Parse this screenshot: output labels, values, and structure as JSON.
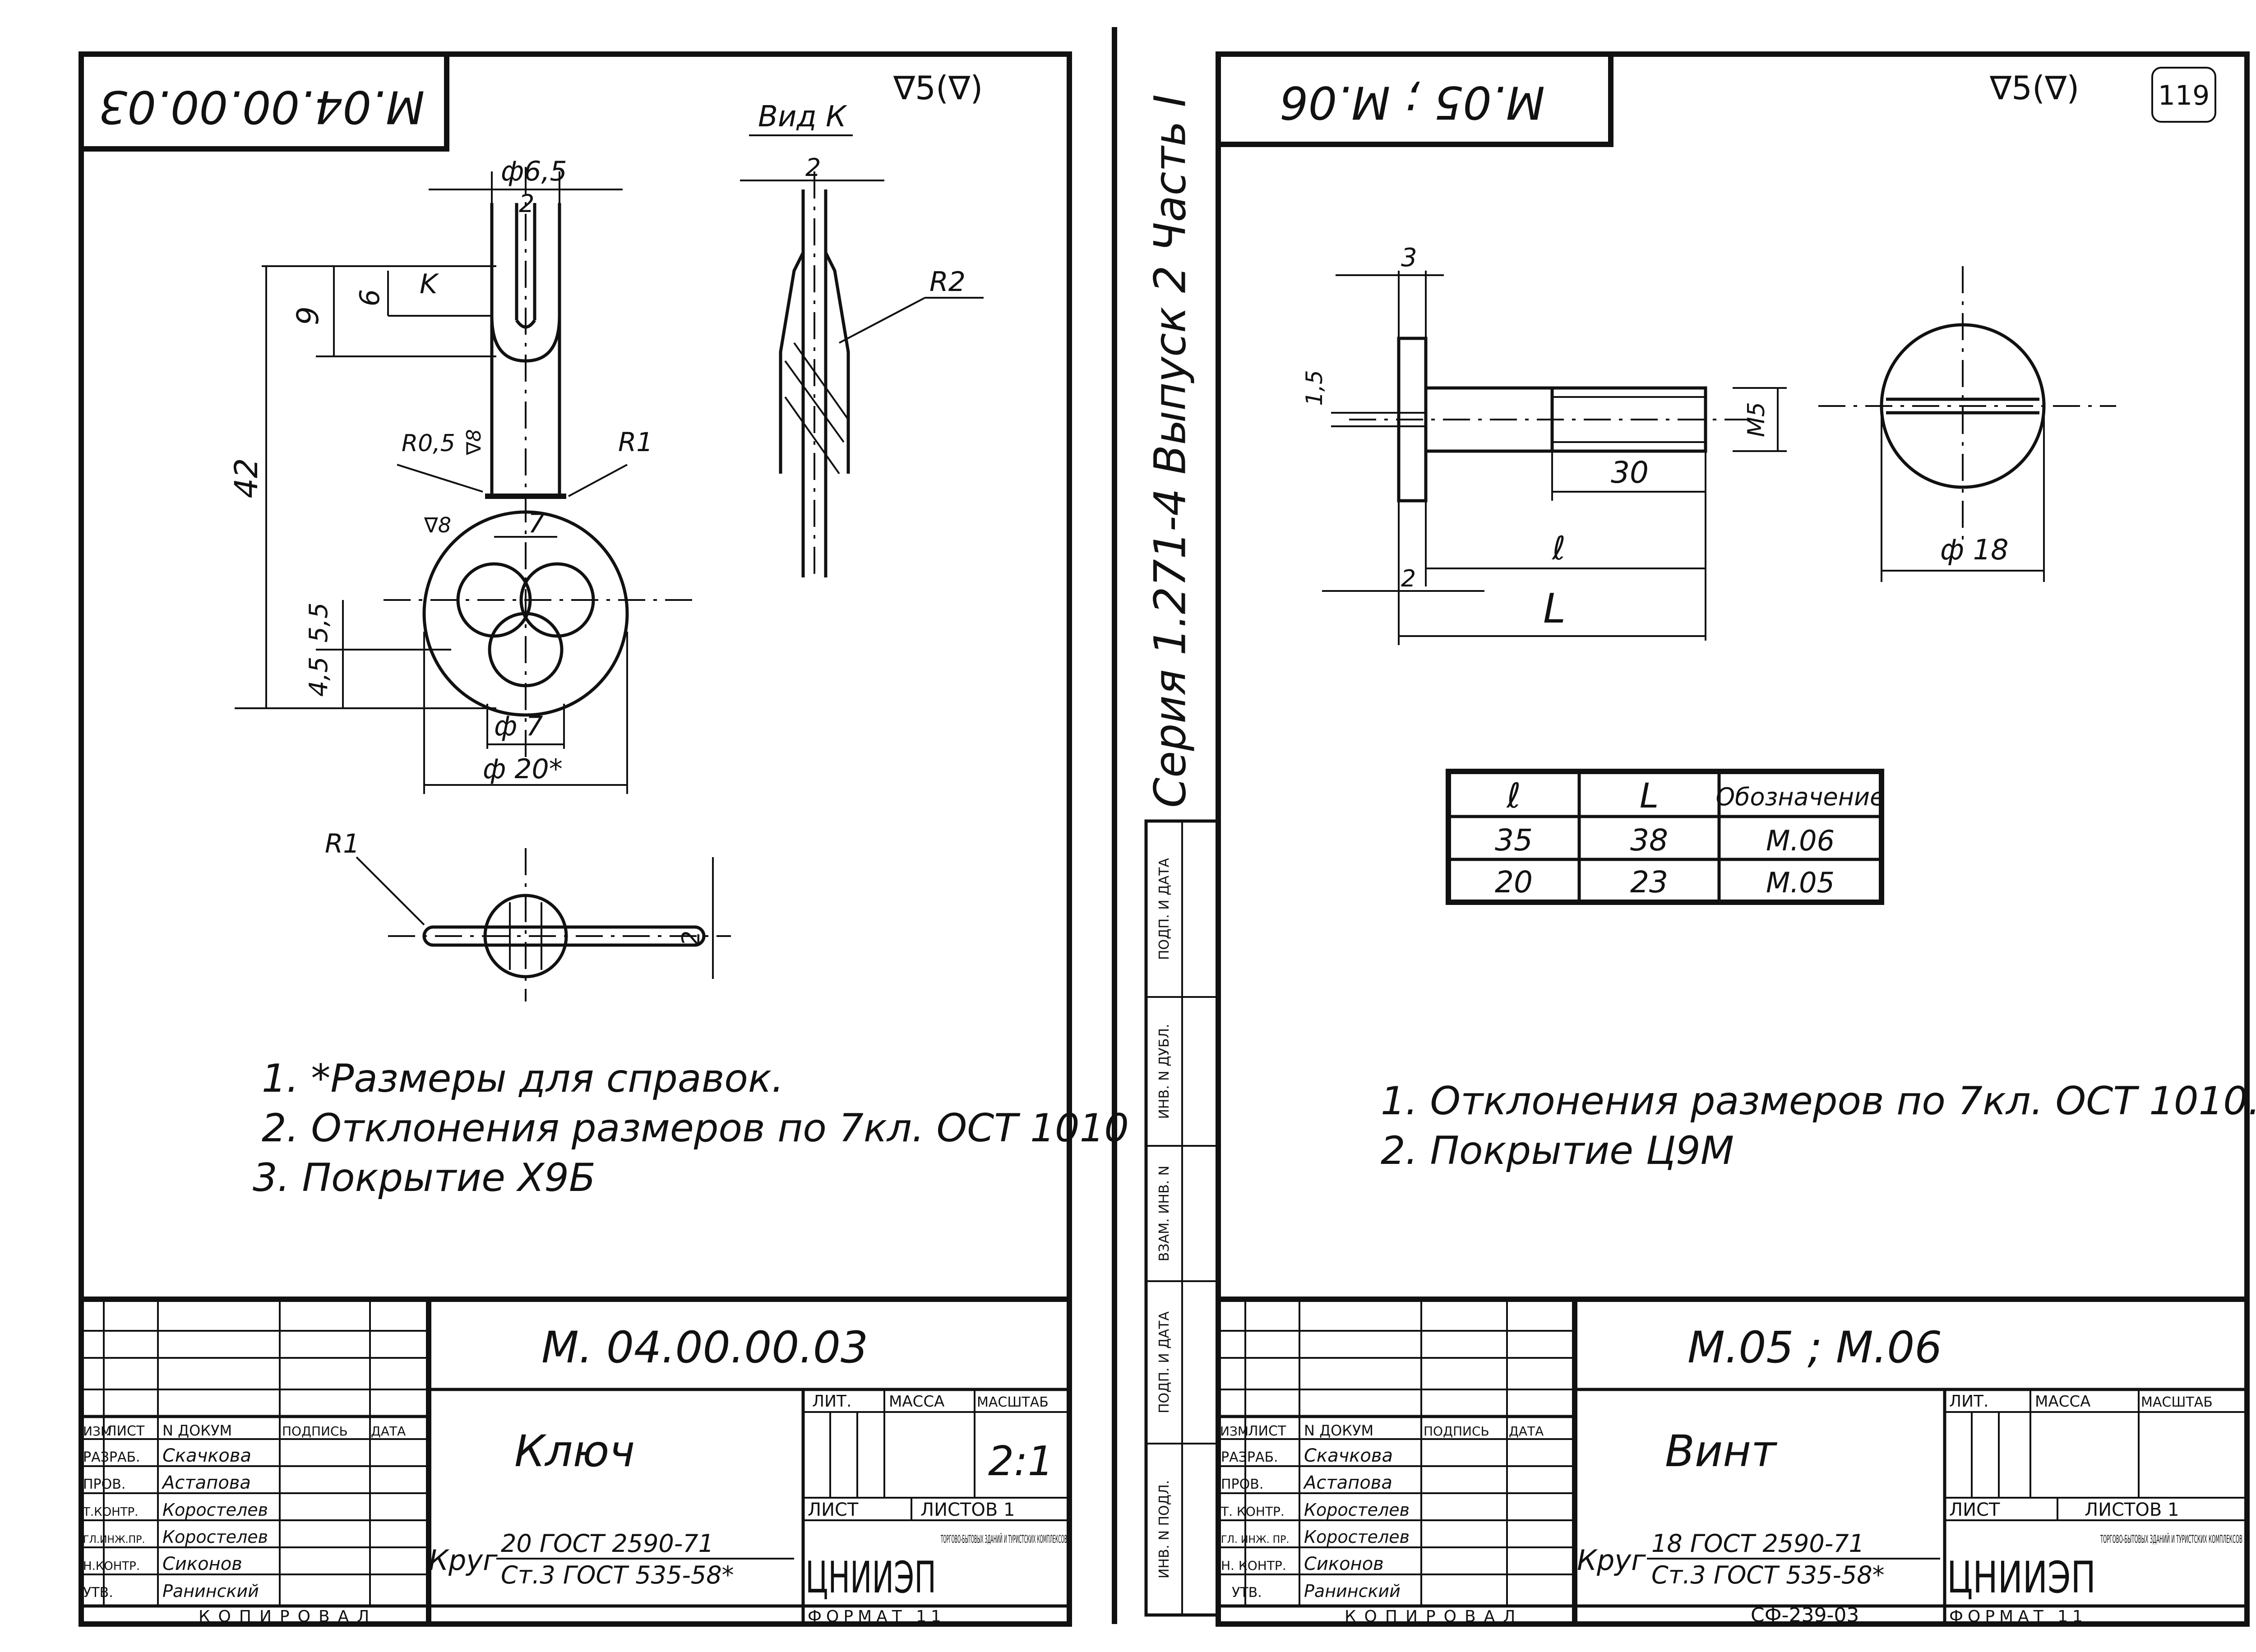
{
  "left": {
    "code_rotated": "M.04.00.00.03",
    "surface": "∇5(∇)",
    "view_label": "Вид К",
    "dims": {
      "d65": "ф6,5",
      "two_top": "2",
      "nine": "9",
      "six": "6",
      "k": "K",
      "r05": "R0,5",
      "r8": "∇8",
      "r1": "R1",
      "r8b": "∇8",
      "seven": "7",
      "fortytwo": "42",
      "fortyfive": "4,5",
      "fivefive": "5,5",
      "d7": "ф 7",
      "d20": "ф 20*",
      "viewk_two": "2",
      "r2": "R2",
      "r1b": "R1",
      "two_bottom": "2"
    },
    "notes": [
      "1. *Размеры для справок.",
      "2. Отклонения размеров по 7кл. ОСТ 1010",
      "3. Покрытие Х9Б"
    ],
    "title_block": {
      "designation": "М. 04.00.00.03",
      "name": "Ключ",
      "material_prefix": "Круг",
      "material_top": "20 ГОСТ 2590-71",
      "material_bottom": "Ст.3 ГОСТ 535-58*",
      "lit_header": "ЛИТ.",
      "mass_header": "МАССА",
      "scale_header": "МАСШТАБ",
      "scale": "2:1",
      "sheet": "ЛИСТ",
      "sheets": "ЛИСТОВ 1",
      "org_logo": "ЦНИИЭП",
      "org_text": "ТОРГОВО-БЫТОВЫХ ЗДАНИЙ И ТУРИСТСКИХ КОМПЛЕКСОВ",
      "col_headers": [
        "ИЗМ",
        "ЛИСТ",
        "N ДОКУМ",
        "ПОДПИСЬ",
        "ДАТА"
      ],
      "rows": [
        {
          "role": "РАЗРАБ.",
          "name": "Скачкова"
        },
        {
          "role": "ПРОВ.",
          "name": "Астапова"
        },
        {
          "role": "Т.КОНТР.",
          "name": "Коростелев"
        },
        {
          "role": "ГЛ.ИНЖ.ПР.",
          "name": "Коростелев"
        },
        {
          "role": "Н.КОНТР.",
          "name": "Сиконов"
        },
        {
          "role": "УТВ.",
          "name": "Ранинский"
        }
      ],
      "copied": "КОПИРОВАЛ",
      "format": "ФОРМАТ 11"
    }
  },
  "spine": {
    "series": "Серия  1.271-4  Выпуск 2 Часть I",
    "cells": [
      "ПОДП. И ДАТА",
      "ИНВ. N ДУБЛ.",
      "ВЗАМ. ИНВ. N",
      "ПОДП. И ДАТА",
      "ИНВ. N ПОДЛ."
    ]
  },
  "right": {
    "code_rotated": "M.05 ; M.06",
    "surface": "∇5(∇)",
    "page_number": "119",
    "dims": {
      "three": "3",
      "onefive": "1,5",
      "m5": "M5",
      "thirty": "30",
      "l_small": "ℓ",
      "two": "2",
      "l_big": "L",
      "d18": "ф 18"
    },
    "table": {
      "headers": [
        "ℓ",
        "L",
        "Обозначение"
      ],
      "rows": [
        [
          "35",
          "38",
          "М.06"
        ],
        [
          "20",
          "23",
          "М.05"
        ]
      ]
    },
    "notes": [
      "1. Отклонения размеров по 7кл. ОСТ 1010.",
      "2. Покрытие Ц9М"
    ],
    "title_block": {
      "designation": "М.05 ;   М.06",
      "name": "Винт",
      "material_prefix": "Круг",
      "material_top": "18 ГОСТ 2590-71",
      "material_bottom": "Ст.3 ГОСТ 535-58*",
      "lit_header": "ЛИТ.",
      "mass_header": "МАССА",
      "scale_header": "МАСШТАБ",
      "sheet": "ЛИСТ",
      "sheets": "ЛИСТОВ 1",
      "org_logo": "ЦНИИЭП",
      "org_text": "ТОРГОВО-БЫТОВЫХ ЗДАНИЙ И ТУРИСТСКИХ КОМПЛЕКСОВ",
      "col_headers": [
        "ИЗМ",
        "ЛИСТ",
        "N ДОКУМ",
        "ПОДПИСЬ",
        "ДАТА"
      ],
      "rows": [
        {
          "role": "РАЗРАБ.",
          "name": "Скачкова"
        },
        {
          "role": "ПРОВ.",
          "name": "Астапова"
        },
        {
          "role": "Т. КОНТР.",
          "name": "Коростелев"
        },
        {
          "role": "ГЛ. ИНЖ. ПР.",
          "name": "Коростелев"
        },
        {
          "role": "Н. КОНТР.",
          "name": "Сиконов"
        },
        {
          "role": "УТВ.",
          "name": "Ранинский"
        }
      ],
      "copied": "КОПИРОВАЛ",
      "doc_code": "СФ-239-03",
      "format": "ФОРМАТ 11"
    }
  }
}
